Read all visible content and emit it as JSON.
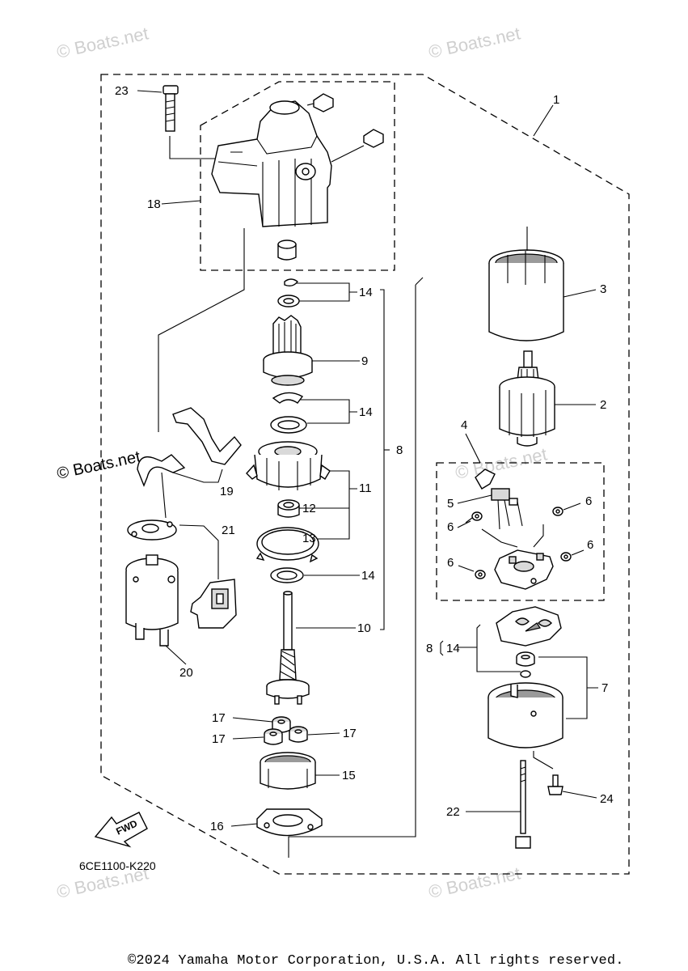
{
  "watermarks": [
    "© Boats.net",
    "© Boats.net",
    "© Boats.net",
    "© Boats.net",
    "© Boats.net",
    "© Boats.net"
  ],
  "diagram_code": "6CE1100-K220",
  "fwd_label": "FWD",
  "copyright": "©2024 Yamaha Motor Corporation, U.S.A. All rights reserved.",
  "callouts": {
    "c1": "1",
    "c2": "2",
    "c3": "3",
    "c4": "4",
    "c5": "5",
    "c6a": "6",
    "c6b": "6",
    "c6c": "6",
    "c6d": "6",
    "c7": "7",
    "c8": "8",
    "c8b": "8",
    "c9": "9",
    "c10": "10",
    "c11": "11",
    "c12": "12",
    "c13": "13",
    "c14a": "14",
    "c14b": "14",
    "c14c": "14",
    "c14d": "14",
    "c15": "15",
    "c16": "16",
    "c17a": "17",
    "c17b": "17",
    "c17c": "17",
    "c18": "18",
    "c19": "19",
    "c20": "20",
    "c21": "21",
    "c22": "22",
    "c23": "23",
    "c24": "24"
  }
}
